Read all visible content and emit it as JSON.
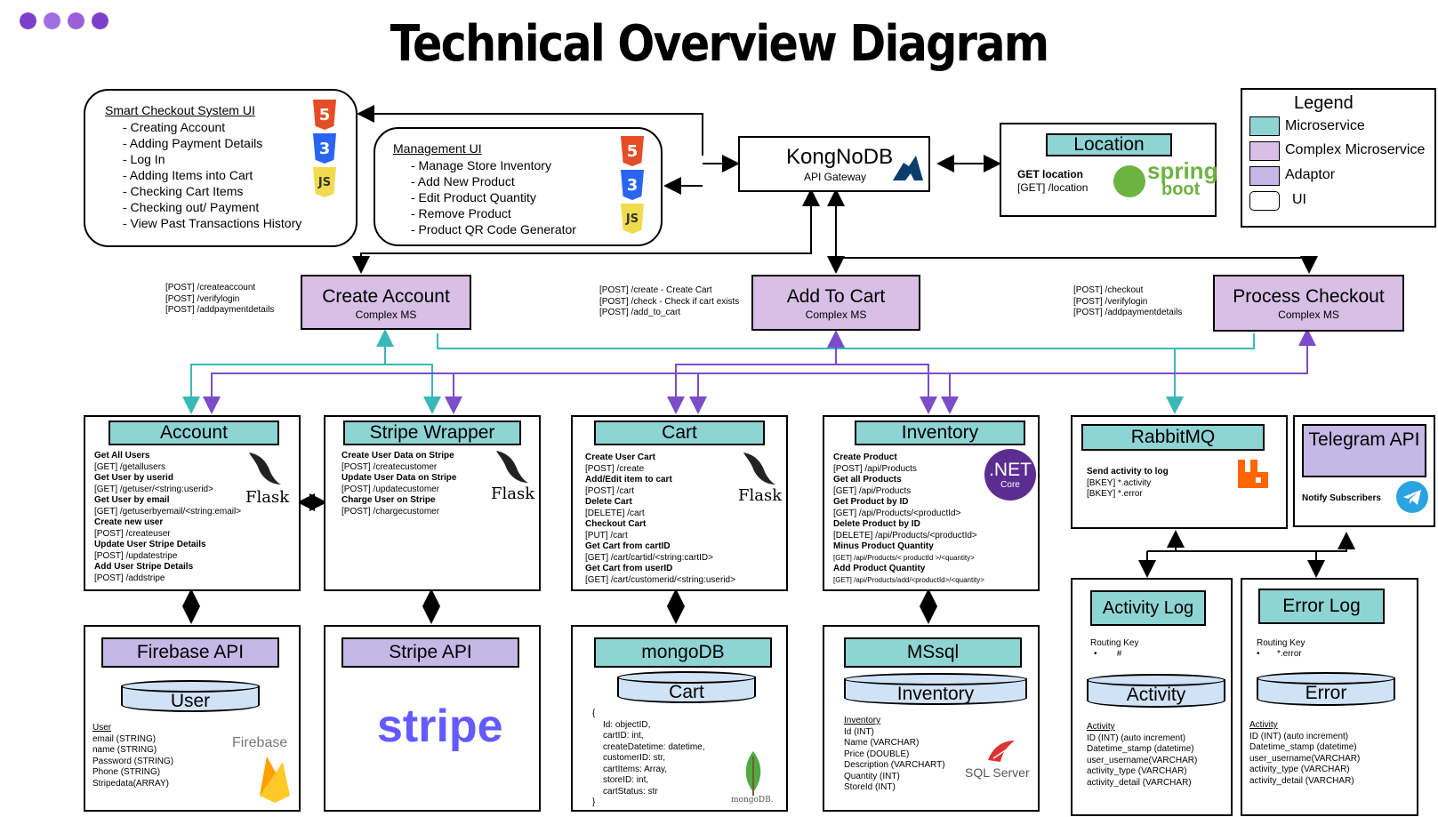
{
  "title": "Technical Overview Diagram",
  "colors": {
    "microservice": "#8fd4d4",
    "complex": "#d8bfe6",
    "adaptor": "#c3b8e6",
    "dots": "#7d3fc7",
    "teal_line": "#3ab8b8",
    "purple_line": "#7b4dc9"
  },
  "legend": {
    "title": "Legend",
    "items": [
      {
        "label": "Microservice"
      },
      {
        "label": "Complex Microservice"
      },
      {
        "label": "Adaptor"
      },
      {
        "label": "UI"
      }
    ]
  },
  "smart_ui": {
    "title": "Smart Checkout System UI",
    "items": [
      "- Creating Account",
      "- Adding Payment Details",
      "- Log In",
      "- Adding Items into Cart",
      "- Checking Cart Items",
      "- Checking out/ Payment",
      "- View Past Transactions History"
    ]
  },
  "mgmt_ui": {
    "title": "Management UI",
    "items": [
      "- Manage Store Inventory",
      "- Add New Product",
      "- Edit Product Quantity",
      "- Remove Product",
      "- Product QR Code Generator"
    ]
  },
  "web_badges": {
    "html": "HTML",
    "css": "CSS",
    "js": "JS",
    "html_num": "5",
    "css_num": "3",
    "js_num": "JS"
  },
  "gateway": {
    "name": "KongNoDB",
    "sub": "API Gateway",
    "icon": "kong-icon"
  },
  "location": {
    "name": "Location",
    "endpoint_title": "GET location",
    "endpoint": "[GET] /location",
    "logo_top": "spring",
    "logo_bottom": "boot"
  },
  "create_account": {
    "name": "Create Account",
    "sub": "Complex MS",
    "endpoints": [
      "[POST] /createaccount",
      "[POST] /verifylogin",
      "[POST] /addpaymentdetails"
    ]
  },
  "add_to_cart": {
    "name": "Add To Cart",
    "sub": "Complex MS",
    "endpoints": [
      "[POST] /create - Create Cart",
      "[POST] /check - Check if cart exists",
      "[POST] /add_to_cart"
    ]
  },
  "process_checkout": {
    "name": "Process Checkout",
    "sub": "Complex MS",
    "endpoints": [
      "[POST] /checkout",
      "[POST] /verifylogin",
      "[POST] /addpaymentdetails"
    ]
  },
  "account": {
    "name": "Account",
    "logo": "Flask",
    "lines": [
      {
        "t": "Get All Users",
        "b": true
      },
      {
        "t": "[GET] /getallusers"
      },
      {
        "t": "Get User by userid",
        "b": true
      },
      {
        "t": "[GET] /getuser/<string:userid>"
      },
      {
        "t": "Get User by email",
        "b": true
      },
      {
        "t": "[GET] /getuserbyemail/<string:email>"
      },
      {
        "t": "Create new user",
        "b": true
      },
      {
        "t": "[POST] /createuser"
      },
      {
        "t": "Update User Stripe Details",
        "b": true
      },
      {
        "t": "[POST] /updatestripe"
      },
      {
        "t": "Add User Stripe Details",
        "b": true
      },
      {
        "t": "[POST] /addstripe"
      }
    ]
  },
  "stripe_wrapper": {
    "name": "Stripe Wrapper",
    "logo": "Flask",
    "lines": [
      {
        "t": "Create User Data on Stripe",
        "b": true
      },
      {
        "t": "[POST] /createcustomer"
      },
      {
        "t": "Update User Data on Stripe",
        "b": true
      },
      {
        "t": "[POST] /updatecustomer"
      },
      {
        "t": "Charge User on Stripe",
        "b": true
      },
      {
        "t": "[POST] /chargecustomer"
      }
    ]
  },
  "cart": {
    "name": "Cart",
    "logo": "Flask",
    "lines": [
      {
        "t": "Create User Cart",
        "b": true
      },
      {
        "t": "[POST] /create"
      },
      {
        "t": "Add/Edit item to cart",
        "b": true
      },
      {
        "t": "[POST] /cart"
      },
      {
        "t": "Delete Cart",
        "b": true
      },
      {
        "t": "[DELETE] /cart"
      },
      {
        "t": "Checkout Cart",
        "b": true
      },
      {
        "t": "[PUT] /cart"
      },
      {
        "t": "Get Cart from cartID",
        "b": true
      },
      {
        "t": "[GET] /cart/cartid/<string:cartID>"
      },
      {
        "t": "Get Cart from userID",
        "b": true
      },
      {
        "t": "[GET] /cart/customerid/<string:userid>"
      }
    ]
  },
  "inventory": {
    "name": "Inventory",
    "logo_top": ".NET",
    "logo_bottom": "Core",
    "lines": [
      {
        "t": "Create Product",
        "b": true
      },
      {
        "t": "[POST] /api/Products"
      },
      {
        "t": "Get all Products",
        "b": true
      },
      {
        "t": "[GET] /api/Products"
      },
      {
        "t": "Get Product by ID",
        "b": true
      },
      {
        "t": "[GET] /api/Products/<productId>"
      },
      {
        "t": "Delete Product by ID",
        "b": true
      },
      {
        "t": "[DELETE] /api/Products/<productId>"
      },
      {
        "t": "Minus Product Quantity",
        "b": true
      },
      {
        "t": "[GET] /api/Products/< productId >/<quantity>",
        "s": true
      },
      {
        "t": "Add Product Quantity",
        "b": true
      },
      {
        "t": "[GET] /api/Products/add/<productId>/<quantity>",
        "s": true
      }
    ]
  },
  "rabbitmq": {
    "name": "RabbitMQ",
    "lines": [
      {
        "t": "Send activity to log",
        "b": true
      },
      {
        "t": "[BKEY] *.activity"
      },
      {
        "t": "[BKEY] *.error"
      }
    ]
  },
  "telegram": {
    "name": "Telegram API",
    "line": "Notify Subscribers"
  },
  "firebase_api": {
    "name": "Firebase API",
    "table": "User",
    "logo": "Firebase",
    "fields": [
      "User",
      "email (STRING)",
      "name (STRING)",
      "Password (STRING)",
      "Phone (STRING)",
      "Stripedata(ARRAY)"
    ]
  },
  "stripe_api": {
    "name": "Stripe API",
    "logo": "stripe"
  },
  "mongodb": {
    "name": "mongoDB",
    "table": "Cart",
    "logo": "mongoDB.",
    "fields": [
      "{",
      "Id: objectID,",
      "cartID: int,",
      "createDatetime: datetime,",
      "customerID: str,",
      "cartItems: Array,",
      "storeID: int,",
      "cartStatus: str",
      "}"
    ]
  },
  "mssql": {
    "name": "MSsql",
    "table": "Inventory",
    "logo": "SQL Server",
    "fields": [
      "Inventory",
      "Id (INT)",
      "Name (VARCHAR)",
      "Price (DOUBLE)",
      "Description (VARCHART)",
      "Quantity (INT)",
      "StoreId (INT)"
    ]
  },
  "activity_log": {
    "name": "Activity Log",
    "routing_title": "Routing Key",
    "routing_key": "#",
    "table": "Activity",
    "fields": [
      "Activity",
      "ID (INT) (auto increment)",
      "Datetime_stamp (datetime)",
      "user_username(VARCHAR)",
      "activity_type (VARCHAR)",
      "activity_detail (VARCHAR)"
    ]
  },
  "error_log": {
    "name": "Error Log",
    "routing_title": "Routing Key",
    "routing_key": "*.error",
    "table": "Error",
    "fields": [
      "Activity",
      "ID (INT) (auto increment)",
      "Datetime_stamp (datetime)",
      "user_username(VARCHAR)",
      "activity_type (VARCHAR)",
      "activity_detail (VARCHAR)"
    ]
  }
}
